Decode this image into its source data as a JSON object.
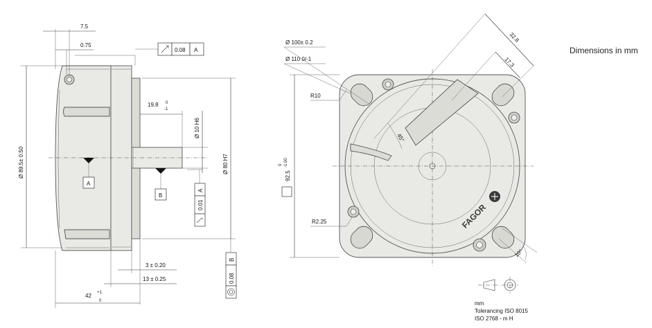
{
  "header": {
    "title": "Dimensions in mm"
  },
  "side_view": {
    "dims": {
      "d7_5": "7.5",
      "d0_75": "0.75",
      "runout_value": "0.08",
      "runout_datum": "A",
      "shaft_length_main": "19.8",
      "shaft_length_tol_up": "0",
      "shaft_length_tol_low": "-1",
      "shaft_dia": "Ø 10 H6",
      "pilot_dia": "Ø 80 H7",
      "body_dia": "Ø 89.5± 0.50",
      "datum_a": "A",
      "datum_b": "B",
      "flatness_value": "0.01",
      "flatness_datum": "A",
      "conc_value": "0.08",
      "conc_datum": "B",
      "d3": "3 ± 0.20",
      "d13": "13 ± 0.25",
      "d42_main": "42",
      "d42_tol_up": "+1",
      "d42_tol_low": "0"
    }
  },
  "front_view": {
    "dims": {
      "bolt_circle": "Ø 100± 0.2",
      "outer_circle": "Ø 110 0/-1",
      "d32_8": "32.8",
      "d17_3": "17.3",
      "r10": "R10",
      "r2_25": "R2.25",
      "angle45": "45°",
      "angle10": "10°",
      "square_main": "92.5",
      "square_tol_up": "0",
      "square_tol_low": "-1.00"
    },
    "logo": "FAGOR"
  },
  "notes": {
    "unit": "mm",
    "tolerancing": "Tolerancing  ISO  8015",
    "iso": "ISO  2768 - m H"
  }
}
